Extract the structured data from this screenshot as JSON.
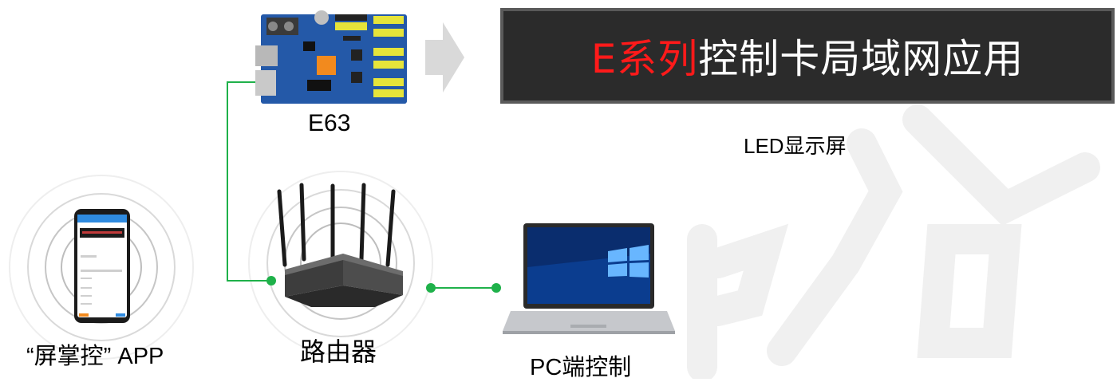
{
  "colors": {
    "connector_green": "#1fb14a",
    "led_title_accent": "#ff1a1a",
    "led_background": "#2b2b2b",
    "arrow_gray": "#d9d9d9"
  },
  "led_screen": {
    "title_accent": "E系列",
    "title_rest": "控制卡局域网应用",
    "caption": "LED显示屏"
  },
  "devices": {
    "controller_card": {
      "label": "E63",
      "icon": "controller-board-icon"
    },
    "router": {
      "label": "路由器",
      "icon": "router-icon"
    },
    "phone_app": {
      "label": "“屏掌控” APP",
      "icon": "smartphone-icon"
    },
    "pc": {
      "label": "PC端控制",
      "icon": "laptop-icon"
    }
  }
}
